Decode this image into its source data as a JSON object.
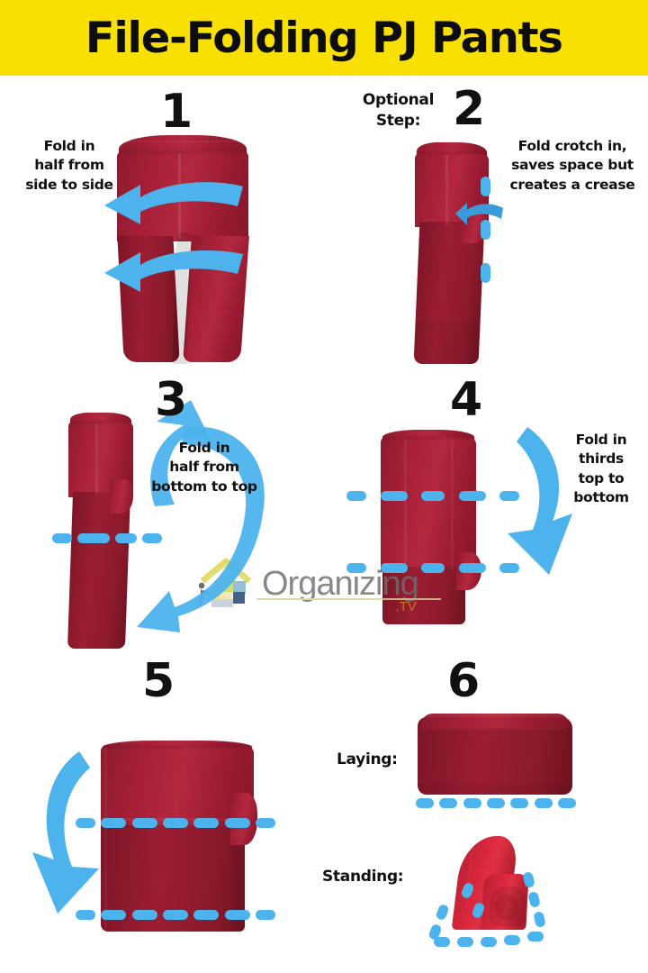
{
  "banner": {
    "title": "File-Folding PJ Pants",
    "background_color": "#F8E004",
    "text_color": "#0D0D0D"
  },
  "palette": {
    "fabric_red": "#A82038",
    "fabric_red_dark": "#8C1A2C",
    "fabric_red_bright": "#D7263B",
    "arrow_blue": "#4CB3EC",
    "banner_yellow": "#F8E004",
    "page_background": "#FFFFFF",
    "text_black": "#101010"
  },
  "steps": [
    {
      "number": "1",
      "caption": "Fold in\nhalf from\nside to side",
      "caption_lines": [
        "Fold in",
        "half from",
        "side to side"
      ],
      "caption_position": "left",
      "arrows": 2,
      "arrow_direction": "left",
      "fold_lines": 0
    },
    {
      "number": "2",
      "prefix_label_lines": [
        "Optional",
        "Step:"
      ],
      "caption": "Fold crotch in,\nsaves space but\ncreates a crease",
      "caption_lines": [
        "Fold crotch in,",
        "saves space but",
        "creates a crease"
      ],
      "caption_position": "right",
      "arrows": 1,
      "arrow_direction": "left",
      "fold_lines": 1,
      "fold_line_orientation": "vertical"
    },
    {
      "number": "3",
      "caption": "Fold in\nhalf from\nbottom to top",
      "caption_lines": [
        "Fold in",
        "half from",
        "bottom to top"
      ],
      "caption_position": "right",
      "arrows": 1,
      "arrow_direction": "up-curved",
      "fold_lines": 1,
      "fold_line_orientation": "horizontal"
    },
    {
      "number": "4",
      "caption": "Fold in\nthirds\ntop to\nbottom",
      "caption_lines": [
        "Fold in",
        "thirds",
        "top to",
        "bottom"
      ],
      "caption_position": "right",
      "arrows": 1,
      "arrow_direction": "down-curved",
      "fold_lines": 2,
      "fold_line_orientation": "horizontal"
    },
    {
      "number": "5",
      "caption": "",
      "caption_lines": [],
      "caption_position": "none",
      "arrows": 1,
      "arrow_direction": "down-curved",
      "fold_lines": 2,
      "fold_line_orientation": "horizontal"
    },
    {
      "number": "6",
      "caption": "",
      "caption_lines": [],
      "sub_labels": [
        "Laying:",
        "Standing:"
      ],
      "arrows": 0,
      "fold_lines": 2
    }
  ],
  "step6": {
    "laying_label": "Laying:",
    "standing_label": "Standing:"
  },
  "watermark": {
    "brand": "Organizing",
    "suffix": ".TV",
    "icon_name": "house-boxes-mover-logo"
  }
}
